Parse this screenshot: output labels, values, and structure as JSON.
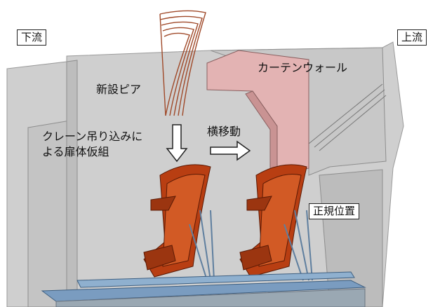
{
  "labels": {
    "downstream": "下流",
    "upstream": "上流",
    "curtain_wall": "カーテンウォール",
    "new_pier": "新設ピア",
    "crane_line1": "クレーン吊り込みに",
    "crane_line2": "よる扉体仮組",
    "lateral_move": "横移動",
    "final_position": "正規位置"
  },
  "colors": {
    "background_wall": "#d2d2d2",
    "curtain_wall": "#e3b3b3",
    "gate_body": "#b83e12",
    "steel_frame": "#6f8fb0",
    "pier_arc": "#a04a2a"
  }
}
